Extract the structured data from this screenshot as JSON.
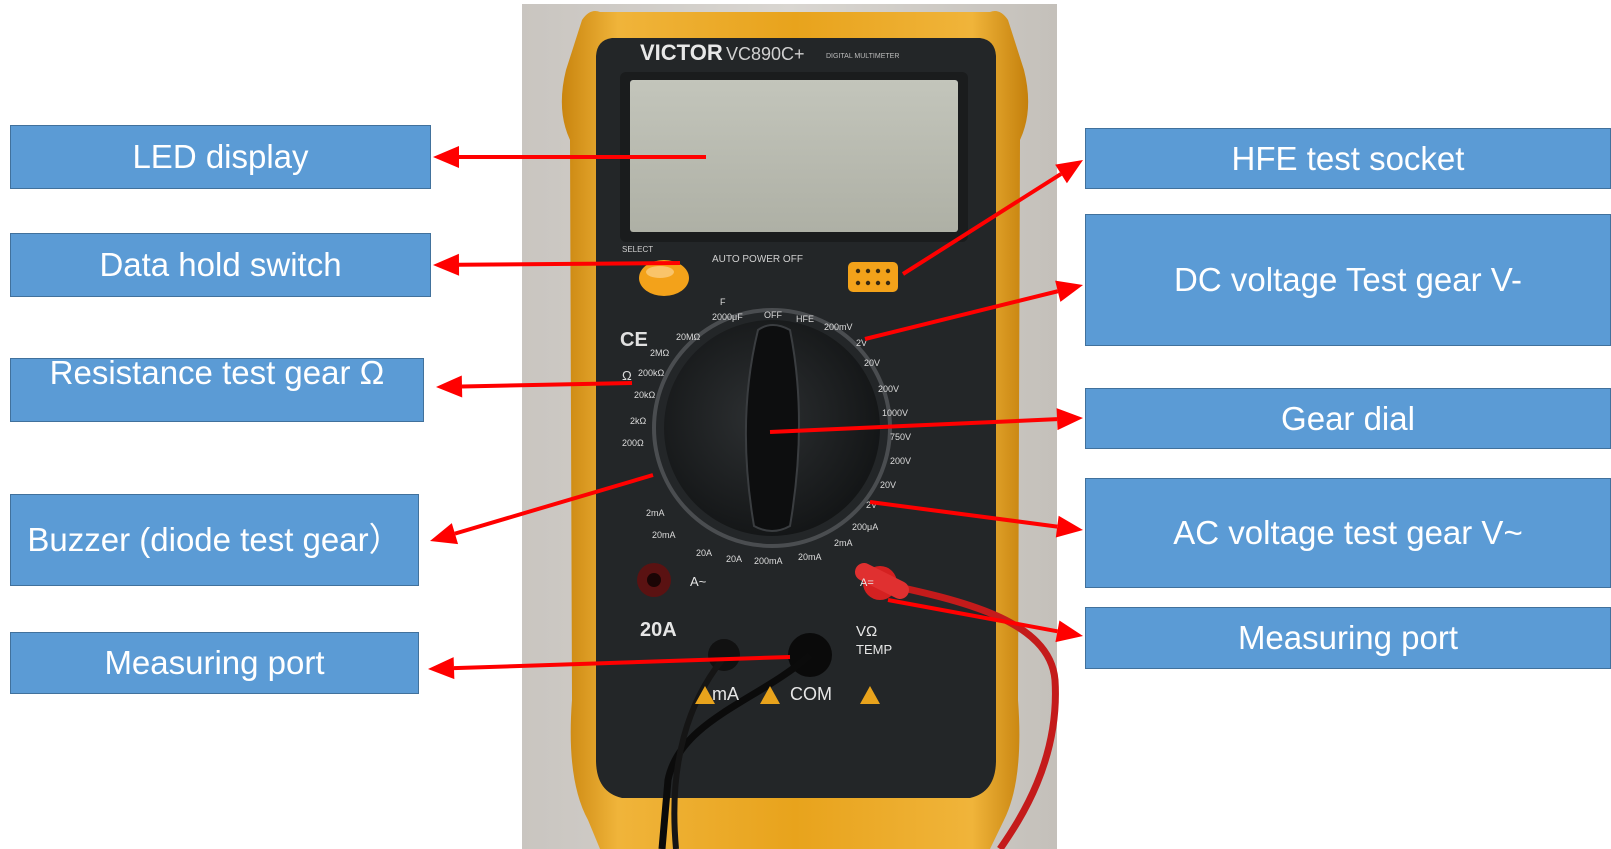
{
  "labels": {
    "led_display": "LED display",
    "data_hold_switch": "Data hold switch",
    "resistance_test_gear": "Resistance test gear Ω",
    "buzzer": "Buzzer (diode test gear）",
    "measuring_port_left": "Measuring port",
    "hfe_test_socket": "HFE test socket",
    "dc_voltage": "DC voltage Test gear V-",
    "gear_dial": "Gear dial",
    "ac_voltage": "AC voltage test gear V~",
    "measuring_port_right": "Measuring port"
  },
  "device": {
    "brand": "VICTOR",
    "model": "VC890C+",
    "model_subtitle": "DIGITAL MULTIMETER",
    "auto_power_off": "AUTO POWER OFF",
    "select": "SELECT",
    "ce_mark": "CE",
    "dial_labels": {
      "off": "OFF",
      "hfe": "HFE",
      "capacitance": "F",
      "cap_range": "2000μF",
      "mv200": "200mV",
      "v2": "2V",
      "v20": "20V",
      "v200": "200V",
      "v1000": "1000V",
      "v750": "750V",
      "ac200": "200V",
      "ac20": "20V",
      "ac2": "2V",
      "ua200": "200μA",
      "ma2": "2mA",
      "ma20": "20mA",
      "ma200": "200mA",
      "a20": "20A",
      "ohm200": "200Ω",
      "kohm2": "2kΩ",
      "kohm20": "20kΩ",
      "kohm200": "200kΩ",
      "mohm2": "2MΩ",
      "mohm20": "20MΩ",
      "ohm_symbol": "Ω",
      "ma_left": "2mA",
      "ma_left2": "20mA",
      "a_left": "20A"
    },
    "ports": {
      "a20": "20A",
      "ma": "mA",
      "com": "COM",
      "vohm": "VΩ",
      "temp": "TEMP",
      "a_ac": "A~",
      "a_dc": "A="
    }
  },
  "colors": {
    "label_fill": "#5b9bd5",
    "label_border": "#41719c",
    "arrow": "#ff0000",
    "device_body": "#e8a31c",
    "device_face": "#232628",
    "lcd": "#b9bbb0",
    "probe_red": "#d42121",
    "background_photo": "#cfcbc6"
  }
}
